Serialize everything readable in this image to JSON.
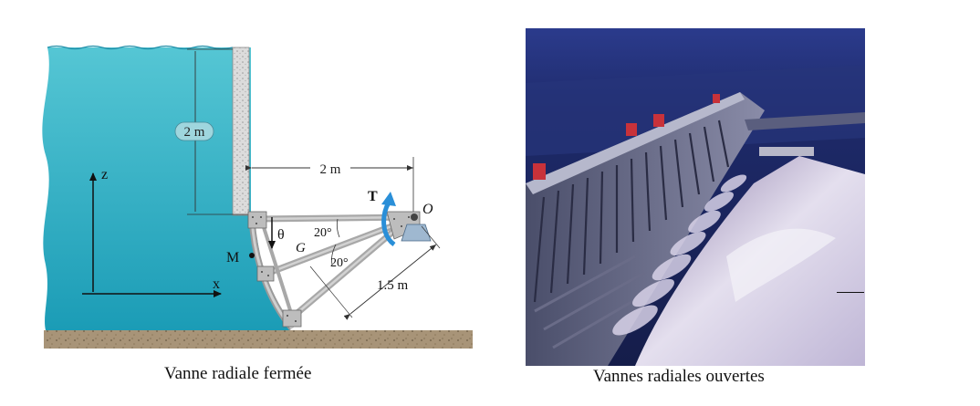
{
  "left_figure": {
    "labels": {
      "water_height": "2 m",
      "horizontal_distance": "2 m",
      "torque": "T",
      "pivot": "O",
      "center": "G",
      "point": "M",
      "angle_theta": "θ",
      "angle_top": "20°",
      "angle_bottom": "20°",
      "radius": "1.5 m",
      "axis_z": "z",
      "axis_x": "x"
    },
    "caption": "Vanne radiale fermée"
  },
  "right_figure": {
    "caption": "Vannes radiales ouvertes"
  },
  "colors": {
    "water": "#3fb8c8",
    "water_dark": "#1aa0b4",
    "wall": "#d8d8d8",
    "ground": "#a08c6c",
    "gate_frame": "#b8b8b8",
    "torque_arrow": "#2a8fd8",
    "photo_sky": "#2a3a8a",
    "photo_spray": "#e8e4ee"
  }
}
